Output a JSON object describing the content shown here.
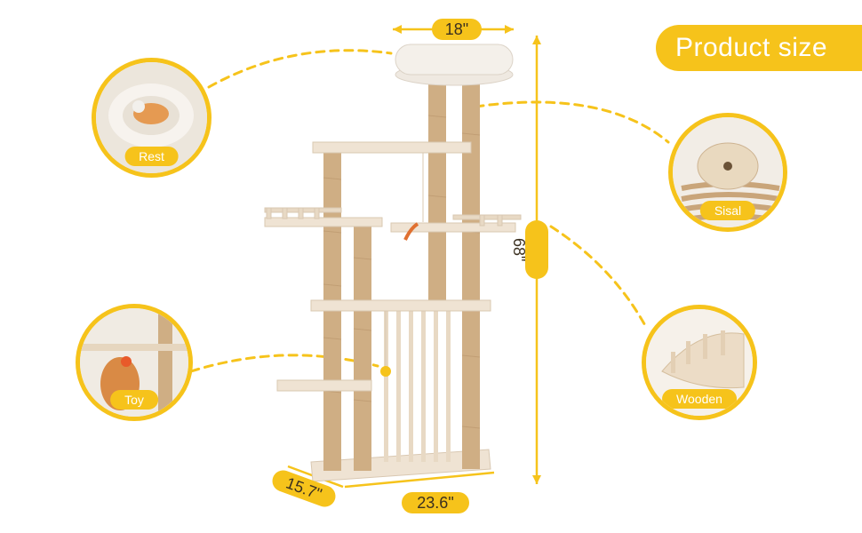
{
  "header": {
    "title": "Product size"
  },
  "dimensions": {
    "width_top": "18\"",
    "height": "68\"",
    "depth": "15.7\"",
    "width_base": "23.6\""
  },
  "features": [
    {
      "label": "Rest"
    },
    {
      "label": "Sisal"
    },
    {
      "label": "Toy"
    },
    {
      "label": "Wooden"
    }
  ],
  "colors": {
    "accent": "#f6c31b",
    "wood": "#efe3d3",
    "sisal": "#cfae84"
  }
}
